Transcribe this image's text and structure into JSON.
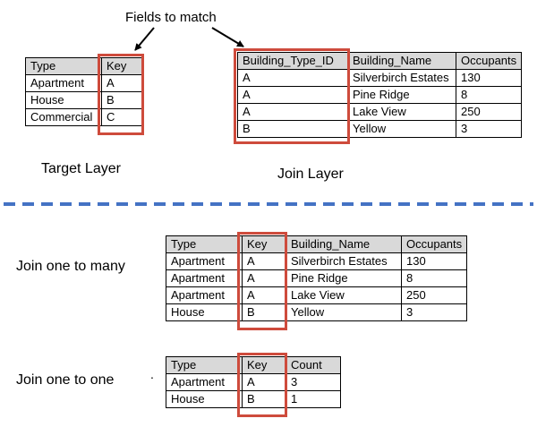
{
  "annotation": {
    "fields_to_match": "Fields to match"
  },
  "labels": {
    "target_layer": "Target Layer",
    "join_layer": "Join Layer",
    "join_one_to_many": "Join one to many",
    "join_one_to_one": "Join one to one",
    "stray_period": "."
  },
  "tables": {
    "target": {
      "headers": [
        "Type",
        "Key"
      ],
      "rows": [
        [
          "Apartment",
          "A"
        ],
        [
          "House",
          "B"
        ],
        [
          "Commercial",
          "C"
        ]
      ],
      "highlight_column": "Key"
    },
    "join": {
      "headers": [
        "Building_Type_ID",
        "Building_Name",
        "Occupants"
      ],
      "rows": [
        [
          "A",
          "Silverbirch Estates",
          "130"
        ],
        [
          "A",
          "Pine Ridge",
          "8"
        ],
        [
          "A",
          "Lake View",
          "250"
        ],
        [
          "B",
          "Yellow",
          "3"
        ]
      ],
      "highlight_column": "Building_Type_ID"
    },
    "one_to_many": {
      "headers": [
        "Type",
        "Key",
        "Building_Name",
        "Occupants"
      ],
      "rows": [
        [
          "Apartment",
          "A",
          "Silverbirch Estates",
          "130"
        ],
        [
          "Apartment",
          "A",
          "Pine Ridge",
          "8"
        ],
        [
          "Apartment",
          "A",
          "Lake View",
          "250"
        ],
        [
          "House",
          "B",
          "Yellow",
          "3"
        ]
      ],
      "highlight_column": "Key"
    },
    "one_to_one": {
      "headers": [
        "Type",
        "Key",
        "Count"
      ],
      "rows": [
        [
          "Apartment",
          "A",
          "3"
        ],
        [
          "House",
          "B",
          "1"
        ]
      ],
      "highlight_column": "Key"
    }
  },
  "colors": {
    "highlight_border": "#ce4b3c",
    "header_bg": "#d9d9d9",
    "divider_blue": "#4472c4",
    "arrow": "#000000"
  }
}
